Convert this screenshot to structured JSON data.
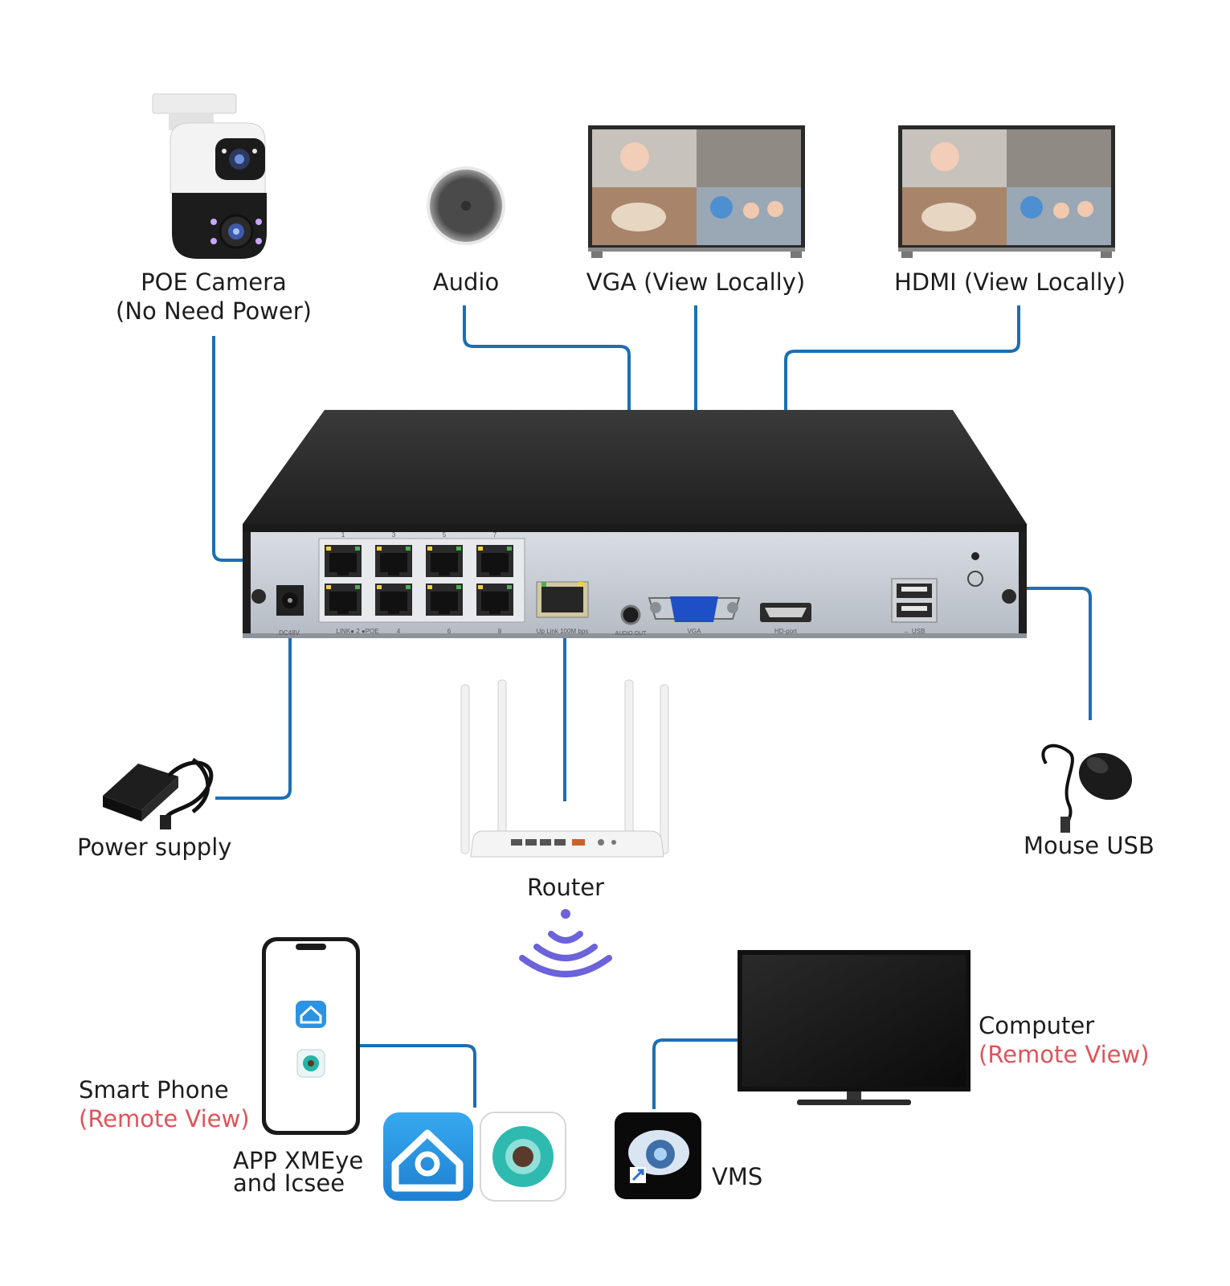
{
  "labels": {
    "poe_camera": [
      "POE Camera",
      "(No Need Power)"
    ],
    "audio": "Audio",
    "vga": "VGA (View Locally)",
    "hdmi": "HDMI (View Locally)",
    "power_supply": "Power supply",
    "router": "Router",
    "mouse_usb": "Mouse USB",
    "smart_phone": "Smart Phone",
    "smart_phone_sub": "(Remote View)",
    "app": [
      "APP XMEye",
      "and Icsee"
    ],
    "computer": "Computer",
    "computer_sub": "(Remote View)",
    "vms": "VMS"
  },
  "nvr_port_labels": {
    "dc": "DC48V",
    "link_poe": "LINK● 2   ●POE",
    "port_4": "4",
    "port_6": "6",
    "port_8": "8",
    "port_1": "1",
    "port_3": "3",
    "port_5": "5",
    "port_7": "7",
    "uplink": "Up Link 100M bps",
    "audio_out": "AUDIO OUT",
    "vga": "VGA",
    "hdmi": "HD-port",
    "usb": "← USB"
  },
  "colors": {
    "connector": "#1a6fb5",
    "highlight": "#e0535a",
    "nvr_top": "#2b2b2b",
    "nvr_panel": "#c9ced6",
    "wifi": "#6b63d9"
  },
  "icons": [
    "camera-icon",
    "speaker-icon",
    "monitor-icon",
    "nvr-icon",
    "power-adapter-icon",
    "router-icon",
    "wifi-icon",
    "mouse-icon",
    "smartphone-icon",
    "xmeye-app-icon",
    "icsee-app-icon",
    "computer-monitor-icon",
    "vms-app-icon"
  ]
}
